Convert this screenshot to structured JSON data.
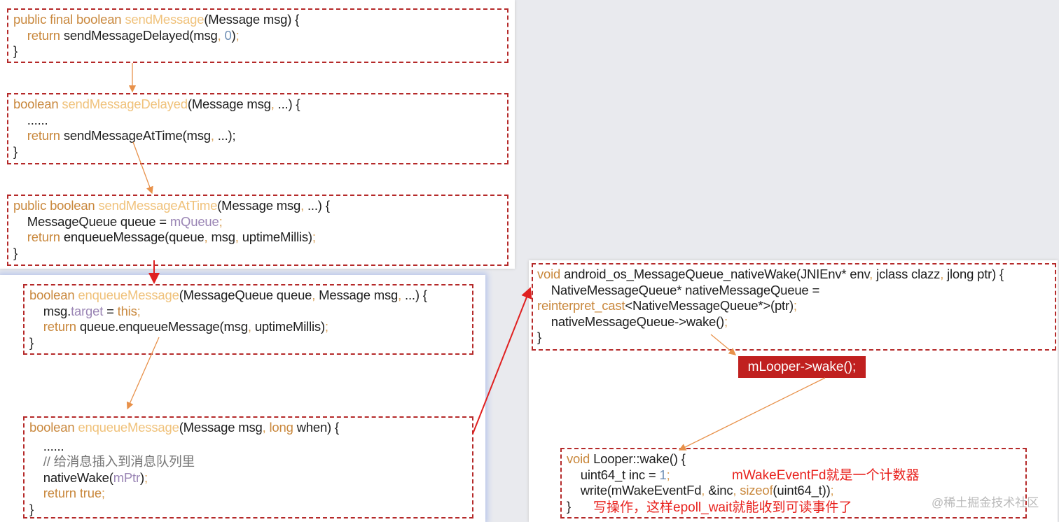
{
  "colors": {
    "border": "#b52a2a",
    "keyword": "#c9883d",
    "function": "#f0c27b",
    "field": "#9b86b5",
    "number": "#6f8fb5",
    "label_bg": "#c0201f",
    "note": "#e8211d",
    "orange_arrow": "#e8914a",
    "red_arrow": "#e02020"
  },
  "blocks": {
    "send_message": [
      [
        [
          "kw",
          "public final boolean "
        ],
        [
          "fn",
          "sendMessage"
        ],
        [
          "tx",
          "(Message msg) {"
        ]
      ],
      [
        [
          "tx",
          "    "
        ],
        [
          "kw",
          "return "
        ],
        [
          "tx",
          "sendMessageDelayed(msg"
        ],
        [
          "pn",
          ", "
        ],
        [
          "nu",
          "0"
        ],
        [
          "tx",
          ")"
        ],
        [
          "pn",
          ";"
        ]
      ],
      [
        [
          "tx",
          "}"
        ]
      ]
    ],
    "send_message_delayed": [
      [
        [
          "kw",
          "boolean "
        ],
        [
          "fn",
          "sendMessageDelayed"
        ],
        [
          "tx",
          "(Message msg"
        ],
        [
          "pn",
          ", "
        ],
        [
          "tx",
          "...) {"
        ]
      ],
      [
        [
          "tx",
          "    ......"
        ]
      ],
      [
        [
          "tx",
          "    "
        ],
        [
          "kw",
          "return "
        ],
        [
          "tx",
          "sendMessageAtTime(msg"
        ],
        [
          "pn",
          ", "
        ],
        [
          "tx",
          "...);"
        ]
      ],
      [
        [
          "tx",
          "}"
        ]
      ]
    ],
    "send_message_at_time": [
      [
        [
          "kw",
          "public boolean "
        ],
        [
          "fn",
          "sendMessageAtTime"
        ],
        [
          "tx",
          "(Message msg"
        ],
        [
          "pn",
          ", "
        ],
        [
          "tx",
          "...) {"
        ]
      ],
      [
        [
          "tx",
          "    MessageQueue queue = "
        ],
        [
          "pu",
          "mQueue"
        ],
        [
          "pn",
          ";"
        ]
      ],
      [
        [
          "tx",
          "    "
        ],
        [
          "kw",
          "return "
        ],
        [
          "tx",
          "enqueueMessage(queue"
        ],
        [
          "pn",
          ", "
        ],
        [
          "tx",
          "msg"
        ],
        [
          "pn",
          ", "
        ],
        [
          "tx",
          "uptimeMillis)"
        ],
        [
          "pn",
          ";"
        ]
      ],
      [
        [
          "tx",
          "}"
        ]
      ]
    ],
    "handler_enqueue": [
      [
        [
          "kw",
          "boolean "
        ],
        [
          "fn",
          "enqueueMessage"
        ],
        [
          "tx",
          "(MessageQueue queue"
        ],
        [
          "pn",
          ", "
        ],
        [
          "tx",
          "Message msg"
        ],
        [
          "pn",
          ", "
        ],
        [
          "tx",
          "...) {"
        ]
      ],
      [
        [
          "tx",
          "    msg."
        ],
        [
          "pu",
          "target"
        ],
        [
          "tx",
          " = "
        ],
        [
          "kw",
          "this"
        ],
        [
          "pn",
          ";"
        ]
      ],
      [
        [
          "tx",
          "    "
        ],
        [
          "kw",
          "return "
        ],
        [
          "tx",
          "queue.enqueueMessage(msg"
        ],
        [
          "pn",
          ", "
        ],
        [
          "tx",
          "uptimeMillis)"
        ],
        [
          "pn",
          ";"
        ]
      ],
      [
        [
          "tx",
          "}"
        ]
      ]
    ],
    "queue_enqueue": [
      [
        [
          "kw",
          "boolean "
        ],
        [
          "fn",
          "enqueueMessage"
        ],
        [
          "tx",
          "(Message msg"
        ],
        [
          "pn",
          ", "
        ],
        [
          "kw",
          "long "
        ],
        [
          "tx",
          "when) {"
        ]
      ],
      [
        [
          "tx",
          "    ......"
        ]
      ],
      [
        [
          "cm",
          "    // 给消息插入到消息队列里"
        ]
      ],
      [
        [
          "tx",
          "    nativeWake("
        ],
        [
          "pu",
          "mPtr"
        ],
        [
          "tx",
          ")"
        ],
        [
          "pn",
          ";"
        ]
      ],
      [
        [
          "tx",
          "    "
        ],
        [
          "kw",
          "return true"
        ],
        [
          "pn",
          ";"
        ]
      ],
      [
        [
          "tx",
          "}"
        ]
      ]
    ],
    "native_wake": [
      [
        [
          "kw",
          "void "
        ],
        [
          "tx",
          "android_os_MessageQueue_nativeWake(JNIEnv* env"
        ],
        [
          "pn",
          ", "
        ],
        [
          "tx",
          "jclass clazz"
        ],
        [
          "pn",
          ", "
        ],
        [
          "tx",
          "jlong ptr) {"
        ]
      ],
      [
        [
          "tx",
          "    NativeMessageQueue* nativeMessageQueue ="
        ]
      ],
      [
        [
          "kw",
          "reinterpret_cast"
        ],
        [
          "tx",
          "<NativeMessageQueue*>(ptr)"
        ],
        [
          "pn",
          ";"
        ]
      ],
      [
        [
          "tx",
          "    nativeMessageQueue->wake()"
        ],
        [
          "pn",
          ";"
        ]
      ],
      [
        [
          "tx",
          "}"
        ]
      ]
    ],
    "looper_wake": [
      [
        [
          "kw",
          "void "
        ],
        [
          "tx",
          "Looper::wake() {"
        ]
      ],
      [
        [
          "tx",
          "    uint64_t inc = "
        ],
        [
          "nu",
          "1"
        ],
        [
          "pn",
          ";"
        ]
      ],
      [
        [
          "tx",
          "    write(mWakeEventFd"
        ],
        [
          "pn",
          ", "
        ],
        [
          "tx",
          "&inc"
        ],
        [
          "pn",
          ", "
        ],
        [
          "kw",
          "sizeof"
        ],
        [
          "tx",
          "(uint64_t))"
        ],
        [
          "pn",
          ";"
        ]
      ],
      [
        [
          "tx",
          "}"
        ]
      ]
    ]
  },
  "label": "mLooper->wake();",
  "notes": {
    "counter": "mWakeEventFd就是一个计数器",
    "write": "写操作，这样epoll_wait就能收到可读事件了"
  },
  "watermark": "@稀土掘金技术社区"
}
